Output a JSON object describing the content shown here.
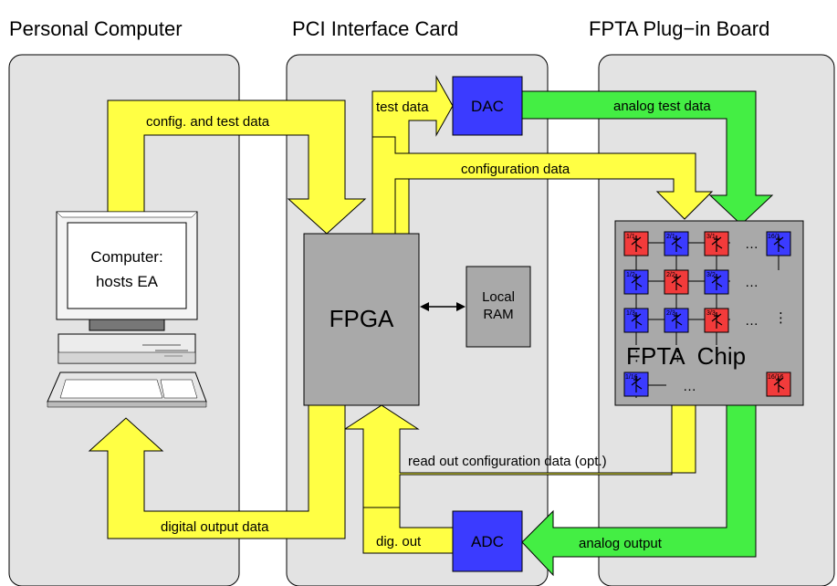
{
  "titles": {
    "pc": "Personal Computer",
    "pci": "PCI  Interface Card",
    "fpta": "FPTA Plug−in Board"
  },
  "computer": {
    "line1": "Computer:",
    "line2": "hosts EA"
  },
  "blocks": {
    "fpga": "FPGA",
    "ram1": "Local",
    "ram2": "RAM",
    "dac": "DAC",
    "adc": "ADC"
  },
  "chip": {
    "label": "PTA  Chip",
    "label_prefix": "F",
    "cells": [
      "1/1",
      "2/1",
      "3/1",
      "16/1",
      "1/2",
      "2/2",
      "3/2",
      "1/3",
      "2/3",
      "3/3",
      "1/16",
      "16/16"
    ],
    "ellipsis_h": "…",
    "ellipsis_v": "⋮"
  },
  "flows": {
    "config_test": "config. and test data",
    "test_data": "test data",
    "analog_test": "analog test data",
    "configuration": "configuration data",
    "readout": "read out configuration data (opt.)",
    "digital_output": "digital output data",
    "dig_out": "dig. out",
    "analog_output": "analog output"
  },
  "colors": {
    "panel": "#e3e3e3",
    "yellow": "#ffff44",
    "green": "#44ee44",
    "blue": "#3b3bff",
    "red": "#f23b3b",
    "gray_block": "#a9a9a9"
  }
}
